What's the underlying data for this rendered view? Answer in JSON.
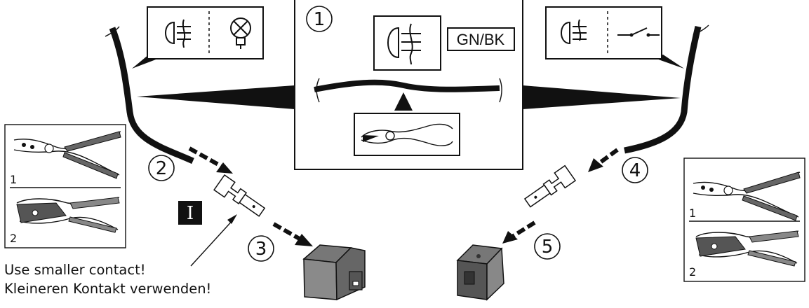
{
  "steps": {
    "s1": "1",
    "s2": "2",
    "s3": "3",
    "s4": "4",
    "s5": "5"
  },
  "wire_color_code": "GN/BK",
  "variant_label": "I",
  "note": {
    "line1": "Use smaller contact!",
    "line2": "Kleineren Kontakt verwenden!"
  },
  "crimp_tools_left": {
    "t1": "1",
    "t2": "2"
  },
  "crimp_tools_right": {
    "t1": "1",
    "t2": "2"
  },
  "icons": [
    "fog-light-symbol-icon",
    "bulb-icon",
    "switch-icon",
    "side-cutter-pliers-icon",
    "crimping-pliers-icon",
    "terminal-contact-icon",
    "connector-housing-icon",
    "arrow-icon"
  ]
}
